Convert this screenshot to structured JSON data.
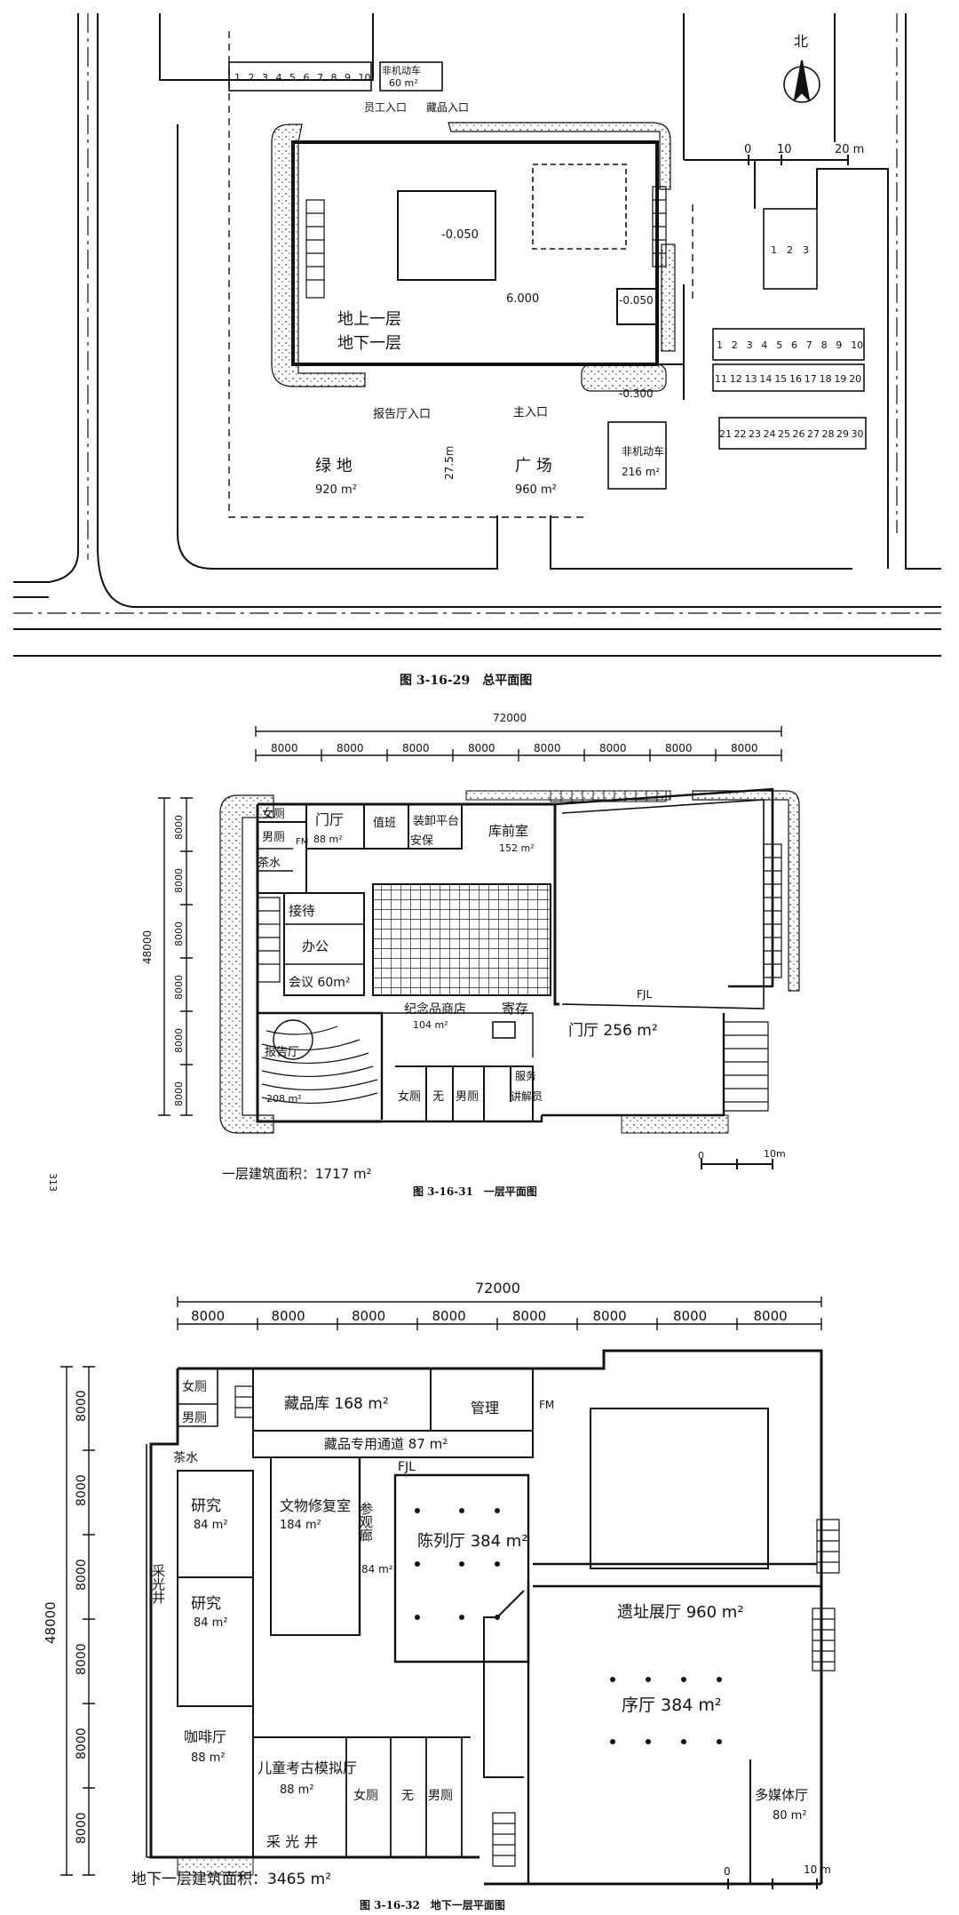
{
  "site": {
    "north": "北",
    "scale_0": "0",
    "scale_10": "10",
    "scale_20": "20 m",
    "bike_north": "非机动车",
    "bike_north_area": "60 m²",
    "staff_entry": "员工入口",
    "collection_entry": "藏品入口",
    "level_a": "-0.050",
    "level_b": "6.000",
    "level_c": "-0.050",
    "level_d": "-0.300",
    "floors_up": "地上一层",
    "floors_down": "地下一层",
    "hall_entry": "报告厅入口",
    "main_entry": "主入口",
    "green": "绿 地",
    "green_area": "920 m²",
    "plaza": "广 场",
    "plaza_area": "960 m²",
    "dist": "27.5m",
    "bike_east": "非机动车",
    "bike_east_area": "216 m²",
    "parking_top": [
      "1",
      "2",
      "3",
      "4",
      "5",
      "6",
      "7",
      "8",
      "9",
      "10"
    ],
    "parking_v": [
      "1",
      "2",
      "3"
    ],
    "parking_r1": [
      "1",
      "2",
      "3",
      "4",
      "5",
      "6",
      "7",
      "8",
      "9",
      "10"
    ],
    "parking_r2": [
      "11",
      "12",
      "13",
      "14",
      "15",
      "16",
      "17",
      "18",
      "19",
      "20"
    ],
    "parking_r3": [
      "21",
      "22",
      "23",
      "24",
      "25",
      "26",
      "27",
      "28",
      "29",
      "30"
    ],
    "caption": "图 3-16-29　总平面图"
  },
  "floor1": {
    "total_dim": "72000",
    "bay": "8000",
    "depth_dim": "48000",
    "wc_f": "女厕",
    "wc_m": "男厕",
    "tea": "茶水",
    "fm": "FM",
    "foyer": "门厅",
    "foyer_area": "88 m²",
    "duty": "值班",
    "unload": "装卸平台",
    "guard": "安保",
    "prestore": "库前室",
    "prestore_area": "152 m²",
    "reception": "接待",
    "office": "办公",
    "meeting": "会议 60m²",
    "shop": "纪念品商店",
    "shop_area": "104 m²",
    "storage": "寄存",
    "hall": "门厅 256 m²",
    "fjl": "FJL",
    "auditorium": "报告厅",
    "aud_area": "208 m²",
    "wc_f2": "女厕",
    "wc_acc": "无",
    "wc_m2": "男厕",
    "service": "服务",
    "guide": "讲解员",
    "area_note": "一层建筑面积：1717 m²",
    "scale_0": "0",
    "scale_10": "10m",
    "caption": "图 3-16-31　一层平面图",
    "page_num": "313"
  },
  "basement": {
    "total_dim": "72000",
    "bay": "8000",
    "depth_dim": "48000",
    "wc_f": "女厕",
    "wc_m": "男厕",
    "tea": "茶水",
    "collection": "藏品库 168 m²",
    "manage": "管理",
    "fm": "FM",
    "corridor": "藏品专用通道 87 m²",
    "fjl": "FJL",
    "research1": "研究",
    "research1_area": "84 m²",
    "research2": "研究",
    "research2_area": "84 m²",
    "restore": "文物修复室",
    "restore_area": "184 m²",
    "gallery": "参观廊",
    "gallery_area": "84 m²",
    "exhibit": "陈列厅 384 m²",
    "ruins": "遗址展厅 960 m²",
    "skylight_w": "采光井",
    "prelude": "序厅 384 m²",
    "cafe": "咖啡厅",
    "cafe_area": "88 m²",
    "kids": "儿童考古模拟厅",
    "kids_area": "88 m²",
    "wc_f2": "女厕",
    "wc_acc": "无",
    "wc_m2": "男厕",
    "media": "多媒体厅",
    "media_area": "80 m²",
    "skylight_s": "采 光 井",
    "area_note": "地下一层建筑面积：3465 m²",
    "scale_0": "0",
    "scale_10": "10 m",
    "caption": "图 3-16-32　地下一层平面图"
  }
}
